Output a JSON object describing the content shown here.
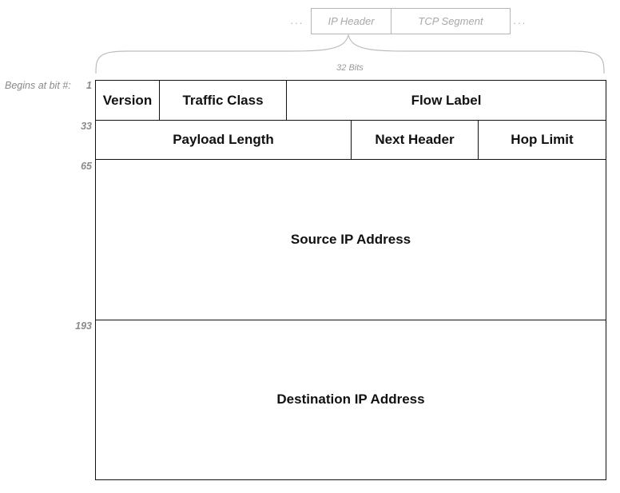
{
  "packet": {
    "before_ellipsis": "...",
    "segments": [
      "IP Header",
      "TCP Segment"
    ],
    "after_ellipsis": "..."
  },
  "width_label": "32 Bits",
  "bit_prefix": "Begins at bit #:",
  "rows": [
    {
      "start_bit": "1",
      "fields": [
        "Version",
        "Traffic Class",
        "Flow Label"
      ]
    },
    {
      "start_bit": "33",
      "fields": [
        "Payload Length",
        "Next Header",
        "Hop Limit"
      ]
    },
    {
      "start_bit": "65",
      "fields": [
        "Source IP Address"
      ]
    },
    {
      "start_bit": "193",
      "fields": [
        "Destination IP Address"
      ]
    }
  ]
}
